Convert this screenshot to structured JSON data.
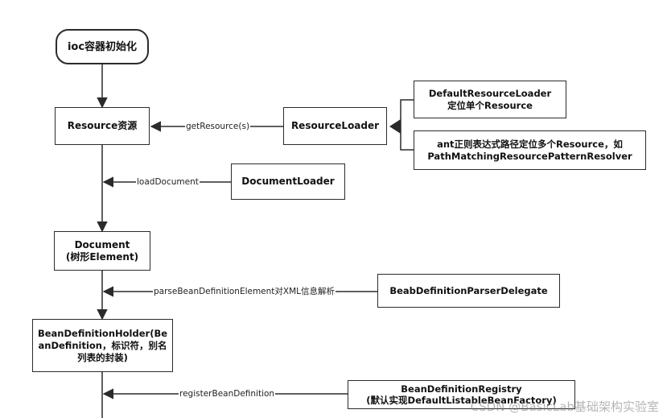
{
  "nodes": {
    "start": "ioc容器初始化",
    "resource": "Resource资源",
    "resource_loader": "ResourceLoader",
    "default_loader_line1": "DefaultResourceLoader",
    "default_loader_line2": "定位单个Resource",
    "ant_loader_line1": "ant正则表达式路径定位多个Resource，如",
    "ant_loader_line2": "PathMatchingResourcePatternResolver",
    "document_loader": "DocumentLoader",
    "document_line1": "Document",
    "document_line2": "(树形Element)",
    "delegate": "BeabDefinitionParserDelegate",
    "holder_line1": "BeanDefinitionHolder(Be",
    "holder_line2": "anDefinition，标识符，别名",
    "holder_line3": "列表的封装)",
    "registry_line1": "BeanDefinitionRegistry",
    "registry_line2": "(默认实现DefaultListableBeanFactory)"
  },
  "edges": {
    "get_resource": "getResource(s)",
    "load_document": "loadDocument",
    "parse_element": "parseBeanDefinitionElement对XML信息解析",
    "register": "registerBeanDefinition"
  },
  "watermark": "CSDN @BasicLab基础架构实验室"
}
